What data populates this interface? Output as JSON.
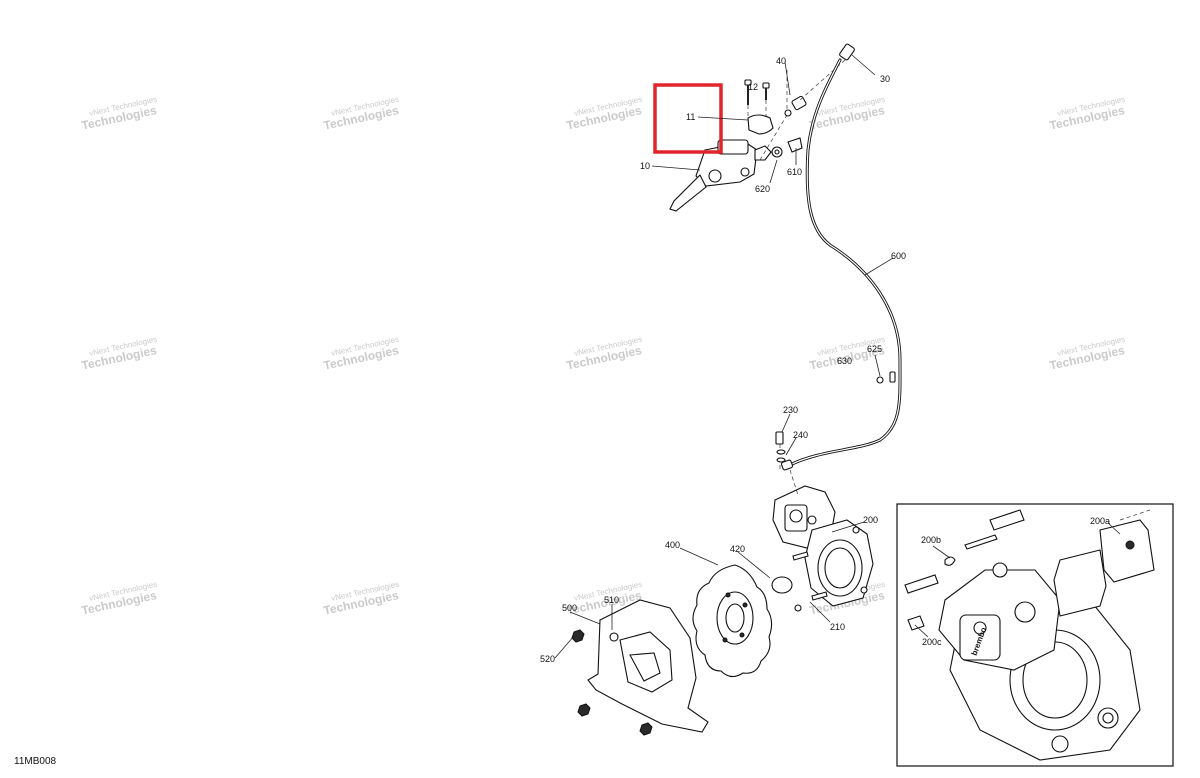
{
  "diagram_code": "11MB008",
  "watermark": {
    "line1": "vNext Technologies",
    "line2": "Technologies"
  },
  "highlight_color": "#e0252b",
  "callouts": {
    "c10": "10",
    "c11": "11",
    "c12": "12",
    "c30": "30",
    "c40": "40",
    "c600": "600",
    "c610": "610",
    "c620": "620",
    "c625": "625",
    "c630": "630",
    "c230": "230",
    "c240": "240",
    "c200": "200",
    "c210": "210",
    "c400": "400",
    "c420": "420",
    "c500": "500",
    "c510": "510",
    "c520": "520",
    "c200a": "200a",
    "c200b": "200b",
    "c200c": "200c"
  }
}
